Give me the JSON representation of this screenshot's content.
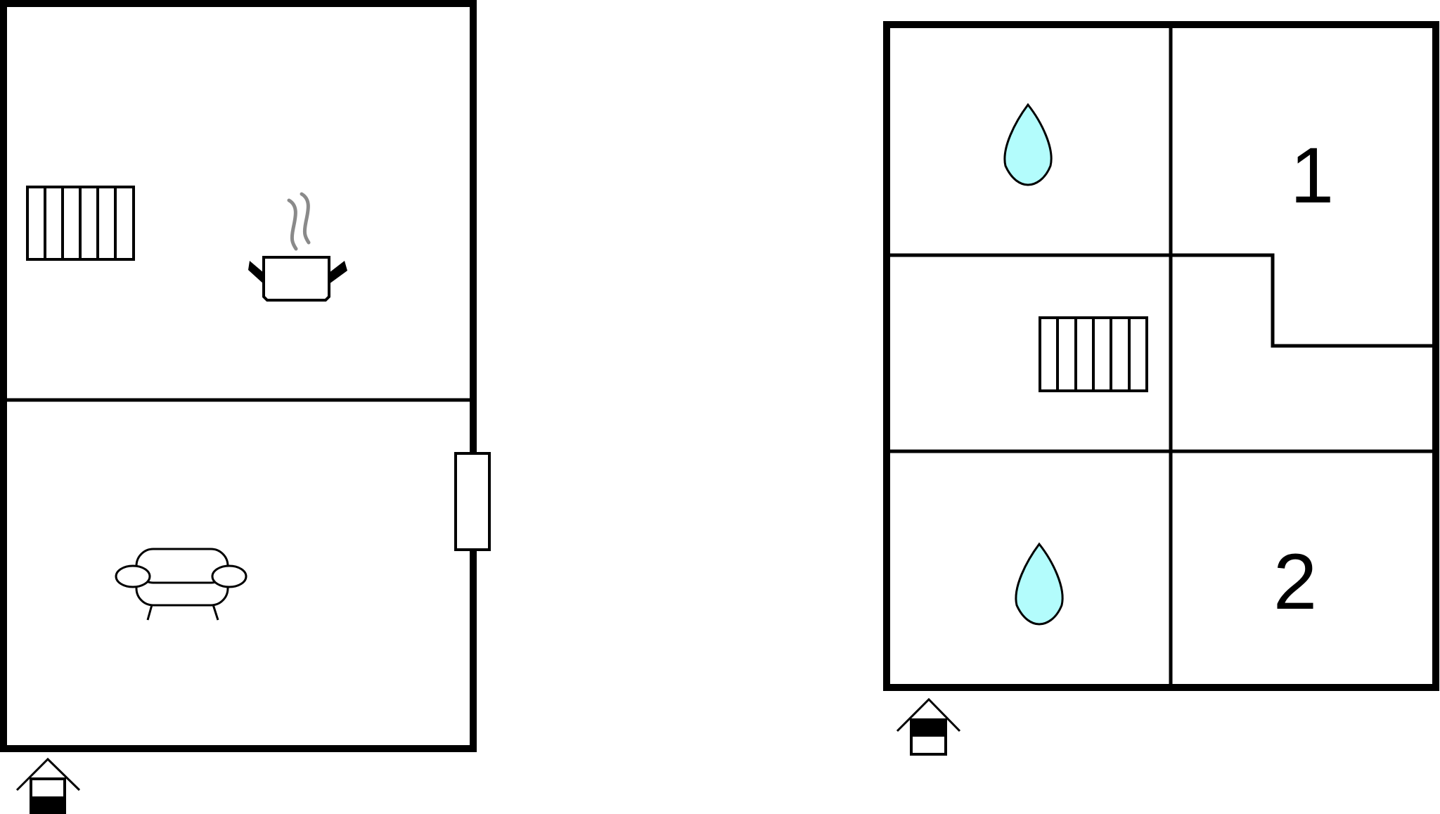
{
  "floors": [
    {
      "name": "ground-floor",
      "rooms": [
        {
          "id": "kitchen",
          "icons": [
            "radiator-icon",
            "cooking-pot-icon"
          ]
        },
        {
          "id": "living-room",
          "icons": [
            "sofa-icon"
          ]
        }
      ],
      "level_indicator": {
        "icon": "house-ground-floor-icon",
        "filled_level": "bottom"
      }
    },
    {
      "name": "upper-floor",
      "rooms": [
        {
          "id": "bathroom-top",
          "icons": [
            "water-drop-icon"
          ]
        },
        {
          "id": "bedroom-1",
          "label": "1"
        },
        {
          "id": "hallway",
          "icons": [
            "radiator-icon"
          ]
        },
        {
          "id": "bathroom-bottom",
          "icons": [
            "water-drop-icon"
          ]
        },
        {
          "id": "bedroom-2",
          "label": "2"
        }
      ],
      "level_indicator": {
        "icon": "house-upper-floor-icon",
        "filled_level": "top"
      }
    }
  ],
  "colors": {
    "wall": "#000000",
    "water": "#b3fcfc",
    "steam": "#8a8a8a",
    "background": "#ffffff"
  }
}
